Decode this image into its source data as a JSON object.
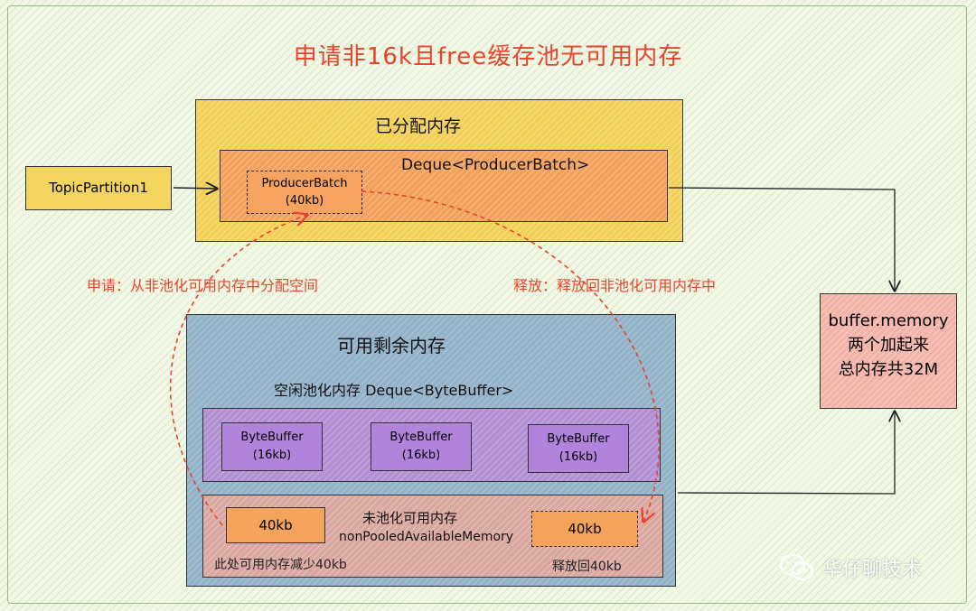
{
  "title": "申请非16k且free缓存池无可用内存",
  "allocated": {
    "label": "已分配内存",
    "deque_label": "Deque<ProducerBatch>",
    "batch_line1": "ProducerBatch",
    "batch_line2": "(40kb)"
  },
  "topic_partition": "TopicPartition1",
  "notes": {
    "apply": "申请：从非池化可用内存中分配空间",
    "release": "释放：释放回非池化可用内存中"
  },
  "available": {
    "label": "可用剩余内存",
    "pooled_label": "空闲池化内存 Deque<ByteBuffer>",
    "bytebuffers": [
      {
        "name": "ByteBuffer",
        "size": "(16kb)"
      },
      {
        "name": "ByteBuffer",
        "size": "(16kb)"
      },
      {
        "name": "ByteBuffer",
        "size": "(16kb)"
      }
    ],
    "nonpooled_line1": "未池化可用内存",
    "nonpooled_line2": "nonPooledAvailableMemory",
    "mem_left": "40kb",
    "mem_right": "40kb",
    "reduced_note": "此处可用内存减少40kb",
    "released_note": "释放回40kb"
  },
  "buffer_memory": {
    "line1": "buffer.memory",
    "line2": "两个加起来",
    "line3": "总内存共32M"
  },
  "brand": {
    "icon": "wechat-icon",
    "text": "华仔聊技术"
  },
  "colors": {
    "title": "#e8442c",
    "dashed_flow": "#e8442c"
  }
}
